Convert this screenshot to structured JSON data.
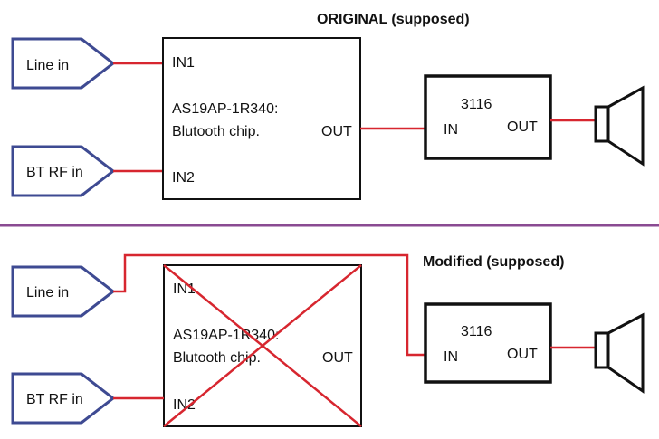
{
  "colors": {
    "wire": "#d7262f",
    "input_outline": "#3e4a92",
    "box_outline": "#111111",
    "divider": "#8a4a92",
    "cross": "#d7262f"
  },
  "original": {
    "title": "ORIGINAL (supposed)",
    "inputs": [
      "Line in",
      "BT RF in"
    ],
    "chip": {
      "in1": "IN1",
      "in2": "IN2",
      "name_line1": "AS19AP-1R340:",
      "name_line2": "Blutooth chip.",
      "out": "OUT"
    },
    "amp": {
      "name": "3116",
      "in": "IN",
      "out": "OUT"
    },
    "speaker_icon": "speaker-icon"
  },
  "modified": {
    "title": "Modified (supposed)",
    "inputs": [
      "Line in",
      "BT RF in"
    ],
    "chip": {
      "in1": "IN1",
      "in2": "IN2",
      "name_line1": "AS19AP-1R340:",
      "name_line2": "Blutooth chip.",
      "out": "OUT"
    },
    "amp": {
      "name": "3116",
      "in": "IN",
      "out": "OUT"
    },
    "speaker_icon": "speaker-icon"
  }
}
